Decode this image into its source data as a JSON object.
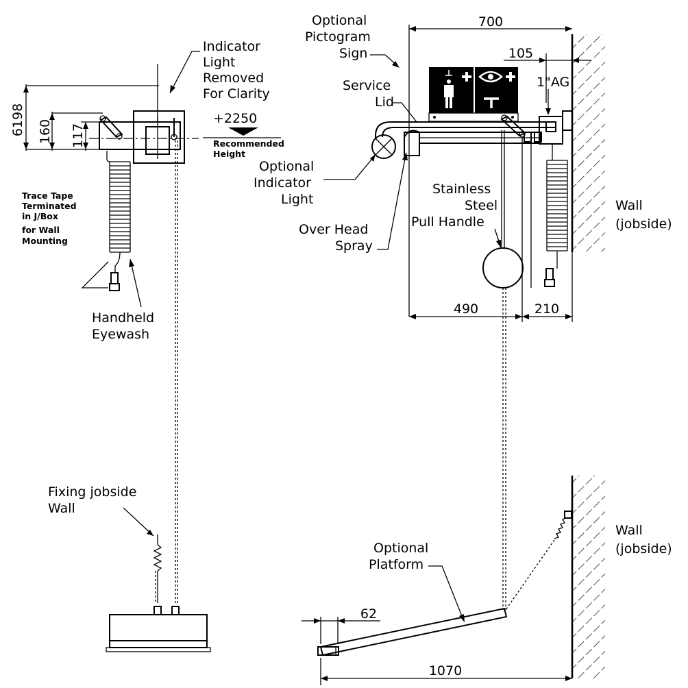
{
  "labels": {
    "indicator_light_removed": [
      "Indicator",
      "Light",
      "Removed",
      "For Clarity"
    ],
    "optional_pictogram_sign": [
      "Optional",
      "Pictogram",
      "Sign"
    ],
    "service_lid": [
      "Service",
      "Lid"
    ],
    "optional_indicator_light": [
      "Optional",
      "Indicator",
      "Light"
    ],
    "over_head_spray": [
      "Over Head",
      "Spray"
    ],
    "stainless_pull_handle": [
      "Stainless",
      "Steel",
      "Pull Handle"
    ],
    "wall_jobside_top": [
      "Wall",
      "(jobside)"
    ],
    "wall_jobside_bottom": [
      "Wall",
      "(jobside)"
    ],
    "trace_tape": [
      "Trace Tape",
      "Terminated",
      "in J/Box",
      "for Wall",
      "Mounting"
    ],
    "handheld_eyewash": [
      "Handheld",
      "Eyewash"
    ],
    "recommended_height": [
      "Recommended",
      "Height"
    ],
    "height_value": "+2250",
    "fixing_jobside_wall": [
      "Fixing jobside",
      "Wall"
    ],
    "optional_platform": [
      "Optional",
      "Platform"
    ],
    "pipe_size": "1\"AG"
  },
  "dimensions": {
    "d6198": "6198",
    "d160": "160",
    "d117": "117",
    "d700": "700",
    "d105": "105",
    "d490": "490",
    "d210": "210",
    "d62": "62",
    "d1070": "1070"
  },
  "colors": {
    "line": "#000000",
    "sign_background": "#000000",
    "sign_symbol": "#ffffff"
  },
  "icons": {
    "sign_left": "safety-shower-pictogram-icon",
    "sign_right": "eyewash-pictogram-icon"
  }
}
